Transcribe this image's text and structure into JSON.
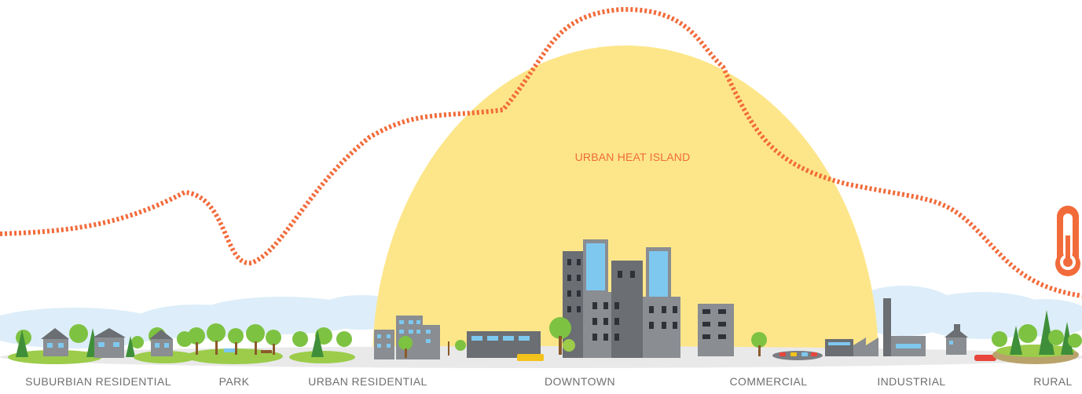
{
  "diagram": {
    "island_label": "URBAN HEAT ISLAND",
    "zones": [
      "SUBURBIAN RESIDENTIAL",
      "PARK",
      "URBAN RESIDENTIAL",
      "DOWNTOWN",
      "COMMERCIAL",
      "INDUSTRIAL",
      "RURAL"
    ],
    "icons": {
      "thermometer": "thermometer-icon"
    },
    "colors": {
      "heat_island": "#fde68a",
      "temperature_line": "#f26b3a",
      "sky_clouds": "#ddeefa",
      "buildings": "#8a8d91",
      "windows": "#7ec8ef",
      "trees": "#7ec242",
      "labels": "#6f6f6f"
    }
  }
}
